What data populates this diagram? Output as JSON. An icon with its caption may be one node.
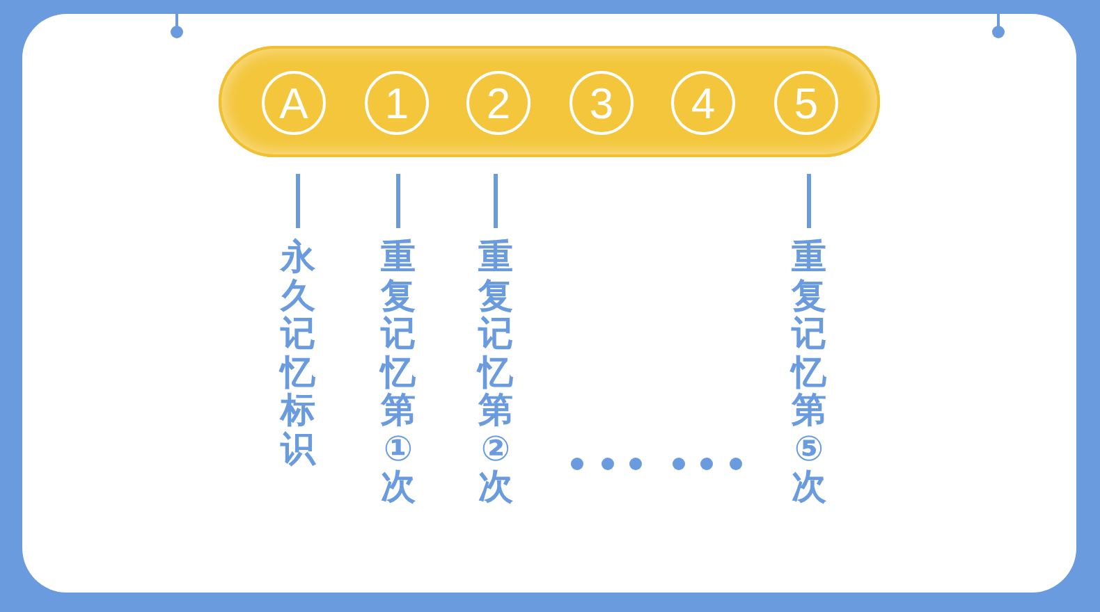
{
  "diagram": {
    "nodes": [
      {
        "text": [],
        "shape": "bar"
      },
      {
        "text": [
          "A"
        ],
        "in": 0
      },
      {
        "text": [
          "1"
        ],
        "in": 0
      },
      {
        "text": [
          "2"
        ],
        "in": 0
      },
      {
        "text": [
          "3"
        ],
        "in": 0
      },
      {
        "text": [
          "4"
        ],
        "in": 0
      },
      {
        "text": [
          "5"
        ],
        "in": 0
      },
      {
        "text": [
          "永久记忆标识"
        ]
      },
      {
        "text": [
          "重复记忆第①次"
        ]
      },
      {
        "text": [
          "重复记忆第②次"
        ]
      },
      {
        "text": [
          "重复记忆第⑤次"
        ]
      }
    ],
    "edges": [
      {
        "from": 1,
        "to": 7,
        "arrow": "none"
      },
      {
        "from": 2,
        "to": 8,
        "arrow": "none"
      },
      {
        "from": 3,
        "to": 9,
        "arrow": "none"
      },
      {
        "from": 6,
        "to": 10,
        "arrow": "none"
      }
    ]
  }
}
